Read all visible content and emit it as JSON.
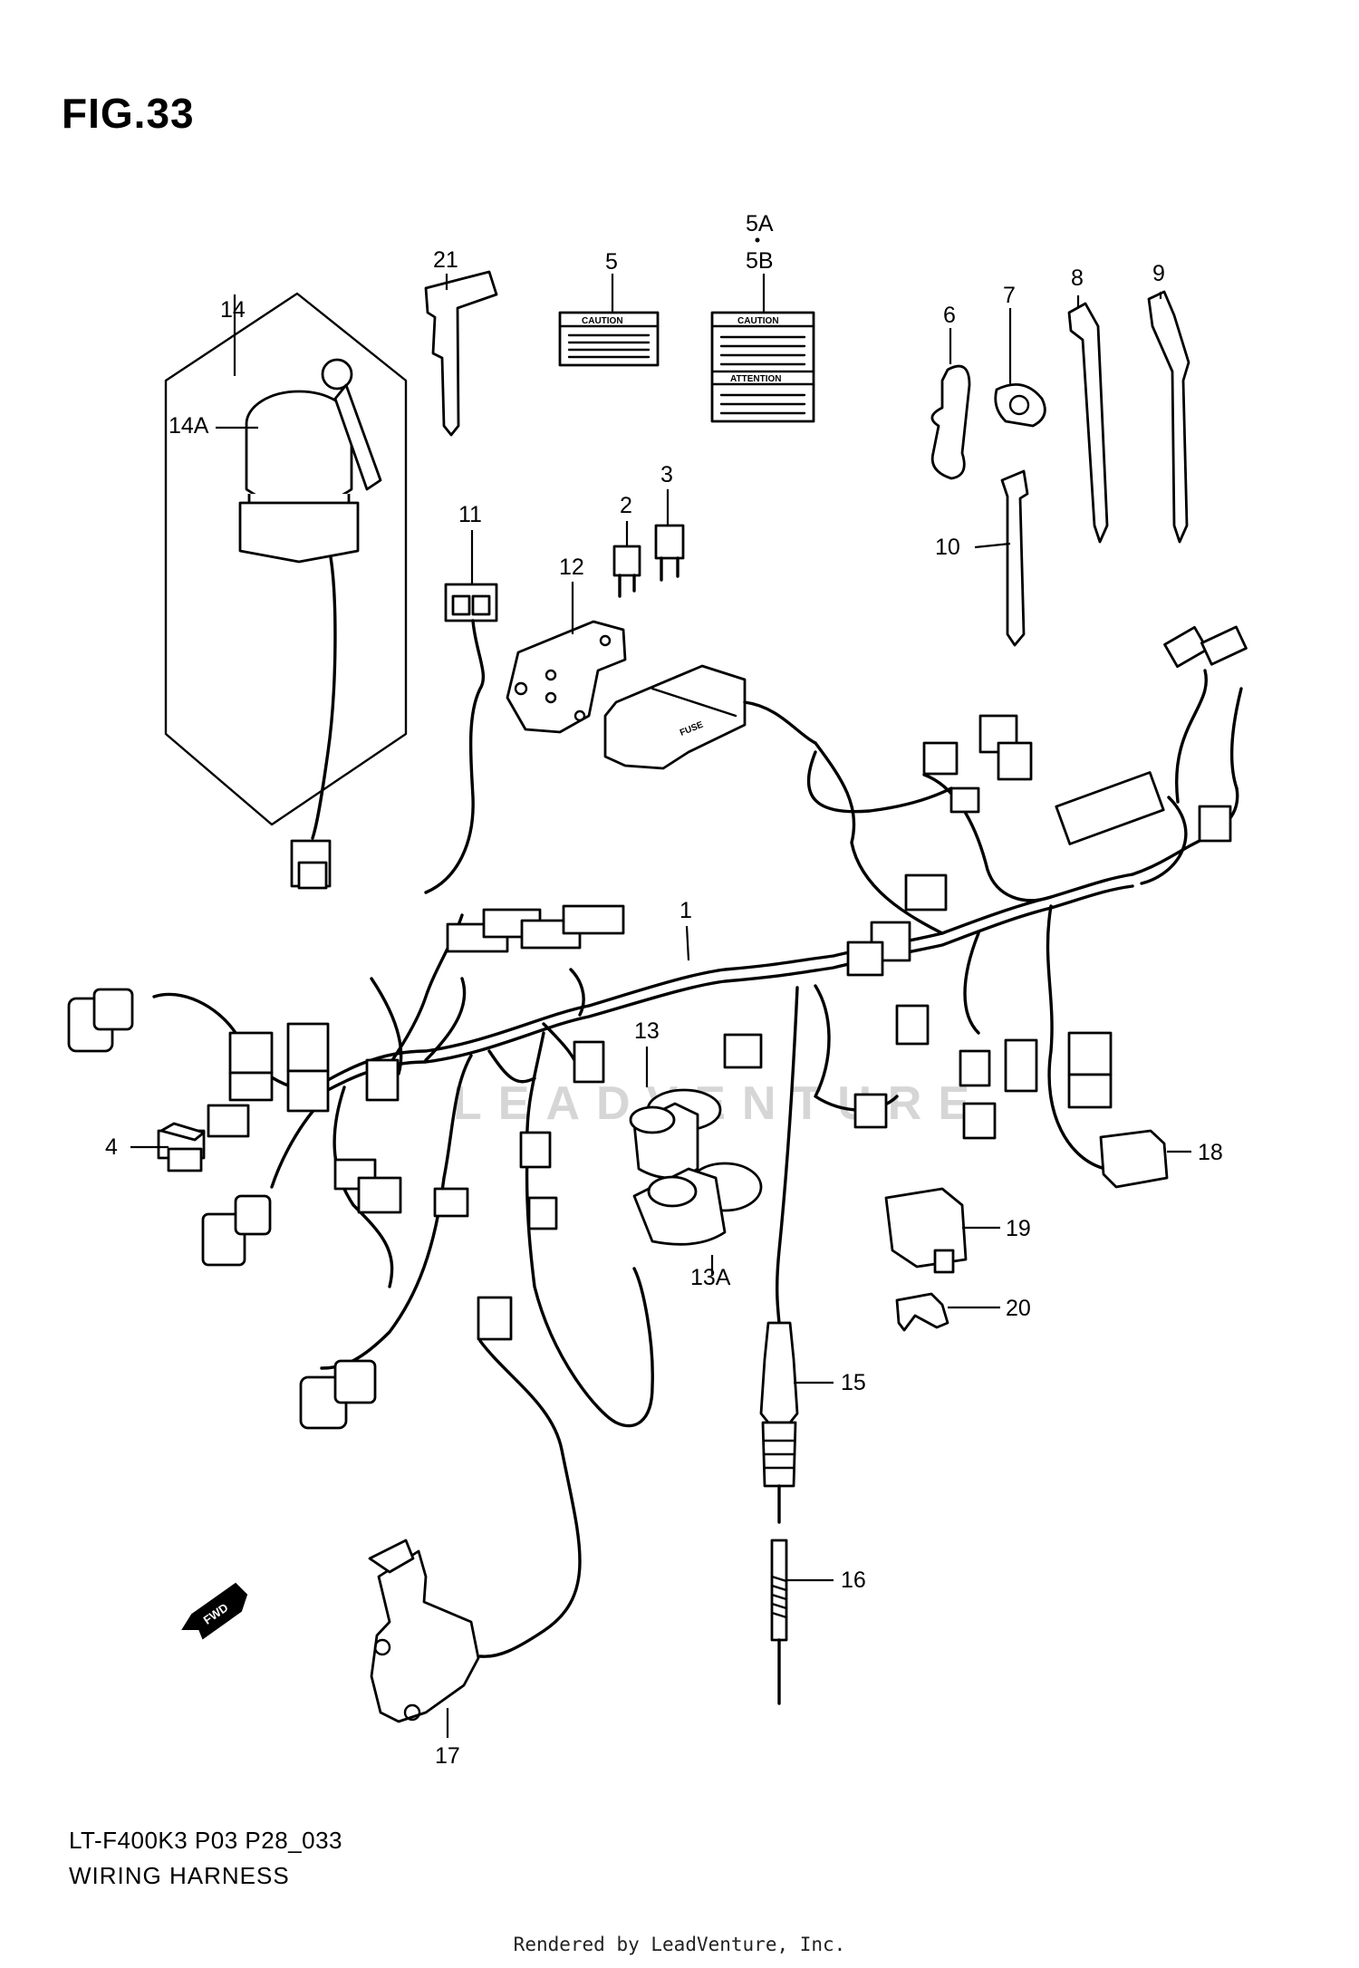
{
  "figure": {
    "title": "FIG.33",
    "model_code": "LT-F400K3 P03 P28_033",
    "name": "WIRING HARNESS",
    "footer": "Rendered by LeadVenture, Inc.",
    "watermark": "LEADVENTURE"
  },
  "part_callouts": {
    "p1": "1",
    "p2": "2",
    "p3": "3",
    "p4": "4",
    "p5": "5",
    "p5a": "5A",
    "p5b": "5B",
    "p6": "6",
    "p7": "7",
    "p8": "8",
    "p9": "9",
    "p10": "10",
    "p11": "11",
    "p12": "12",
    "p13": "13",
    "p13a": "13A",
    "p14": "14",
    "p14a": "14A",
    "p15": "15",
    "p16": "16",
    "p17": "17",
    "p18": "18",
    "p19": "19",
    "p20": "20",
    "p21": "21"
  },
  "part_labels": {
    "caution": "CAUTION",
    "attention": "ATTENTION",
    "fuse": "FUSE",
    "fwd": "FWD"
  },
  "colors": {
    "line": "#000000",
    "background": "#ffffff",
    "watermark": "#d6d6d6"
  }
}
